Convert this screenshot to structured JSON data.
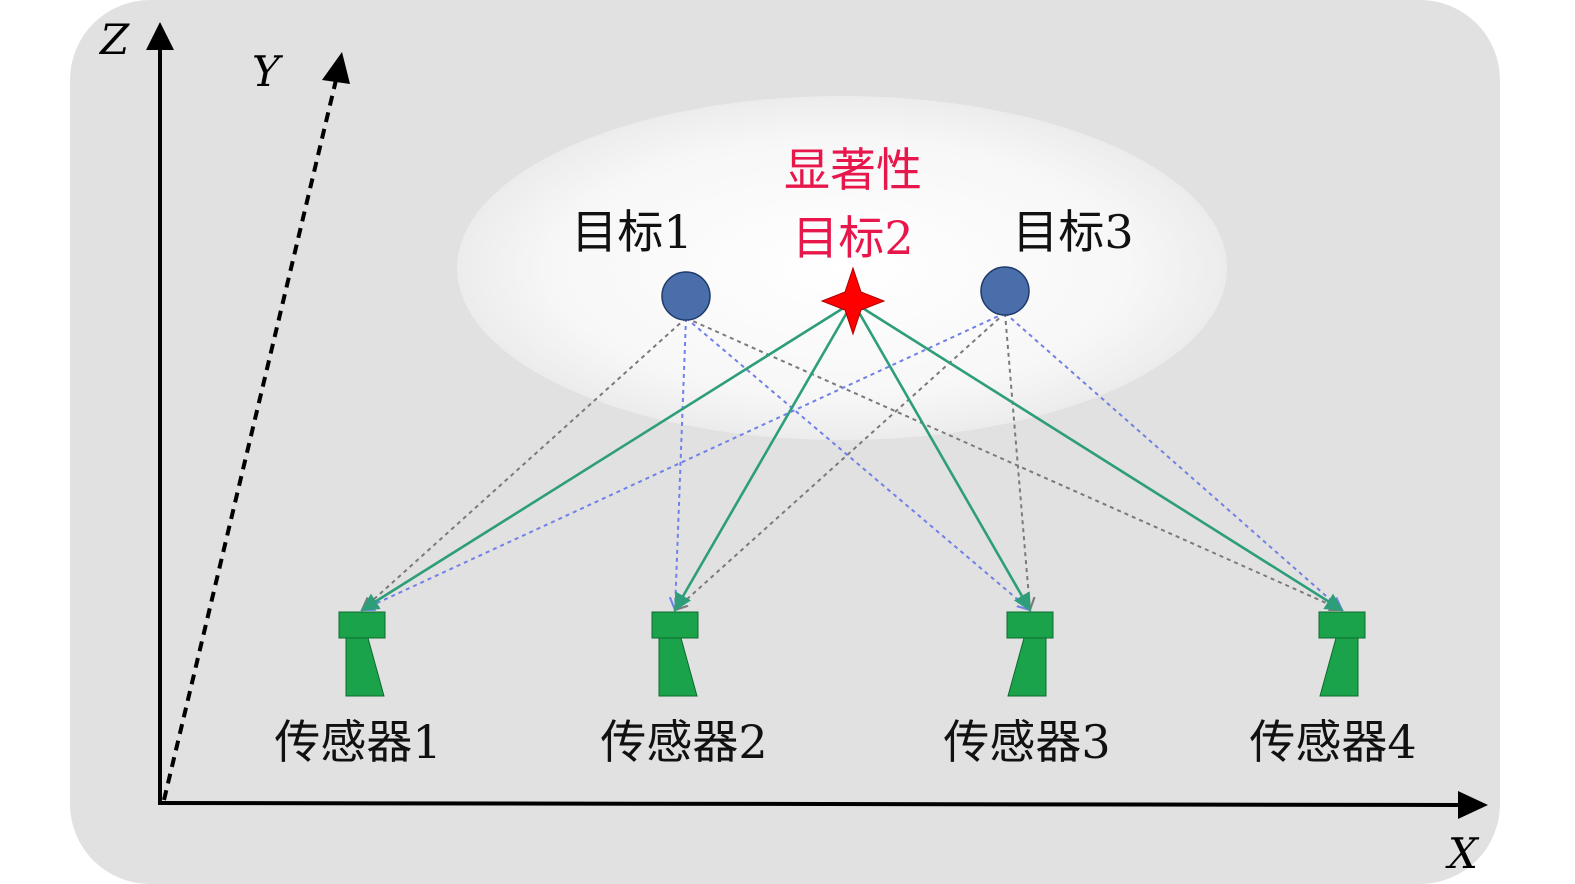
{
  "axes": {
    "x_label": "X",
    "y_label": "Y",
    "z_label": "Z"
  },
  "targets": [
    {
      "label": "目标1",
      "shape": "circle",
      "salient": false
    },
    {
      "label_line1": "显著性",
      "label_line2": "目标2",
      "shape": "star",
      "salient": true
    },
    {
      "label": "目标3",
      "shape": "circle",
      "salient": false
    }
  ],
  "sensors": [
    {
      "label": "传感器1"
    },
    {
      "label": "传感器2"
    },
    {
      "label": "传感器3"
    },
    {
      "label": "传感器4"
    }
  ],
  "colors": {
    "background_panel": "#e1e1e1",
    "target_region": "#f4f4f4",
    "normal_target": "#4a6ea9",
    "salient_target": "#ff0000",
    "salient_label": "#e8174b",
    "sensor": "#1aa34a",
    "salient_link": "#2e9e7a",
    "normal_link_gray": "#7a7a7a",
    "normal_link_blue": "#7080e8"
  }
}
